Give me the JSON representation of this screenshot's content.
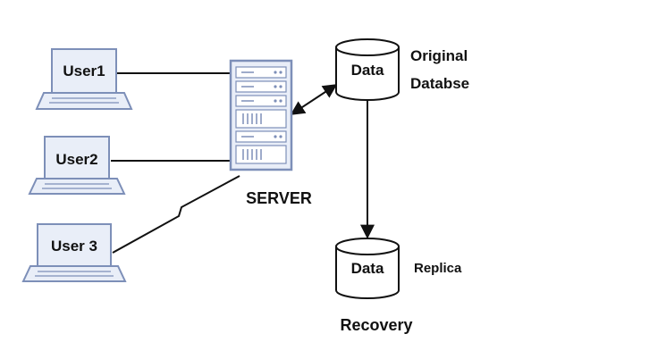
{
  "diagram": {
    "users": [
      {
        "label": "User1"
      },
      {
        "label": "User2"
      },
      {
        "label": "User 3"
      }
    ],
    "server": {
      "label": "SERVER"
    },
    "original_db": {
      "cylinder_label": "Data",
      "caption_line1": "Original",
      "caption_line2": "Databse"
    },
    "replica_db": {
      "cylinder_label": "Data",
      "caption": "Replica"
    },
    "recovery_label": "Recovery"
  },
  "colors": {
    "device_stroke": "#7d8fb8",
    "device_fill": "#e9eef8",
    "line": "#111111"
  }
}
